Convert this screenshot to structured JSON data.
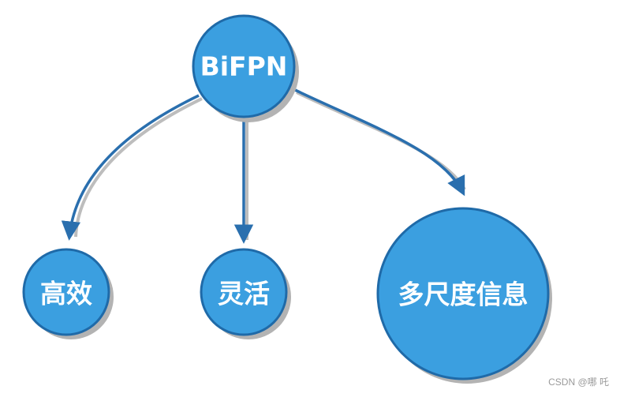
{
  "diagram": {
    "root": {
      "label": "BiFPN"
    },
    "children": [
      {
        "label": "高效"
      },
      {
        "label": "灵活"
      },
      {
        "label": "多尺度信息"
      }
    ],
    "node_fill": "#3b9fe0",
    "node_stroke": "#1f6aa8",
    "edge_color": "#2a6fae",
    "shadow_color": "#b3b3b3"
  },
  "watermark": "CSDN @哪 吒"
}
